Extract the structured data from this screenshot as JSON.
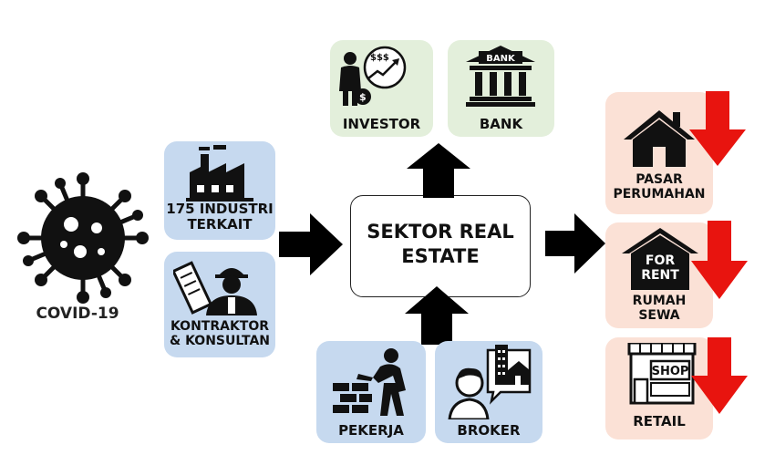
{
  "source": {
    "label": "COVID-19"
  },
  "center": {
    "line1": "SEKTOR REAL",
    "line2": "ESTATE"
  },
  "inputs": {
    "industri": {
      "line1": "175 INDUSTRI",
      "line2": "TERKAIT"
    },
    "kontraktor": {
      "line1": "KONTRAKTOR",
      "line2": "& KONSULTAN"
    },
    "pekerja": {
      "label": "PEKERJA"
    },
    "broker": {
      "label": "BROKER"
    }
  },
  "funding": {
    "investor": {
      "label": "INVESTOR",
      "icon_text": "$$$",
      "bag_text": "$"
    },
    "bank": {
      "label": "BANK",
      "sign_text": "BANK"
    }
  },
  "outputs": {
    "pasar": {
      "line1": "PASAR",
      "line2": "PERUMAHAN"
    },
    "rumah": {
      "line1": "RUMAH",
      "line2": "SEWA",
      "sign_line1": "FOR",
      "sign_line2": "RENT"
    },
    "retail": {
      "label": "RETAIL",
      "sign_text": "SHOP"
    }
  },
  "colors": {
    "blue": "#c6d9ef",
    "green": "#e3efdb",
    "pink": "#fbe1d6",
    "down_arrow": "#e8140f",
    "arrow": "#000000"
  }
}
